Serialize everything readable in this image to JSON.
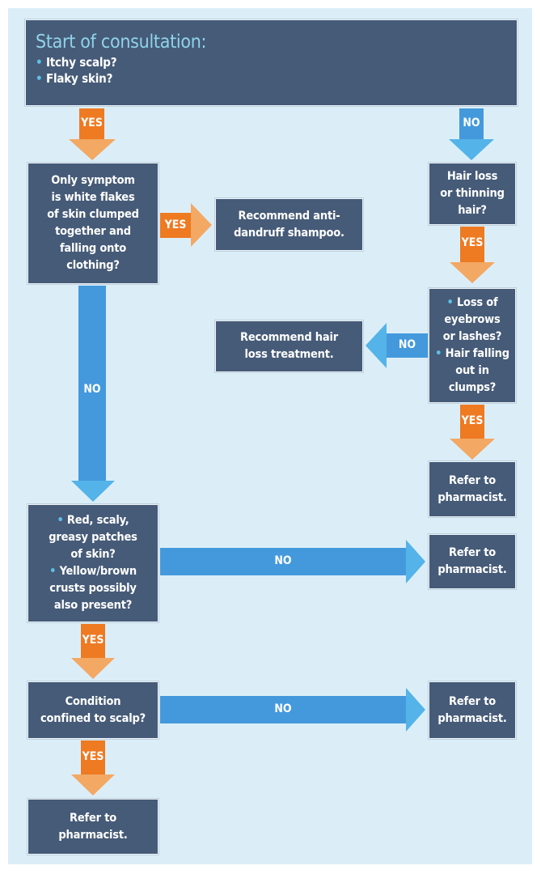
{
  "diagram": {
    "start": {
      "title": "Start of consultation:",
      "items": [
        "Itchy scalp?",
        "Flaky skin?"
      ]
    },
    "nodes": {
      "white_flakes": [
        "Only symptom",
        "is white flakes",
        "of skin clumped",
        "together and",
        "falling onto",
        "clothing?"
      ],
      "anti_dandruff": [
        "Recommend anti-",
        "dandruff shampoo."
      ],
      "hair_loss": [
        "Hair loss",
        "or thinning",
        "hair?"
      ],
      "eyebrows_q": {
        "bullets": [
          [
            "Loss of",
            "eyebrows",
            "or lashes?"
          ],
          [
            "Hair falling",
            "out in",
            "clumps?"
          ]
        ]
      },
      "hair_loss_treatment": [
        "Recommend hair",
        "loss treatment."
      ],
      "refer_1": [
        "Refer to",
        "pharmacist."
      ],
      "red_scaly": {
        "bullets": [
          [
            "Red, scaly,",
            "greasy patches",
            "of skin?"
          ],
          [
            "Yellow/brown",
            "crusts possibly",
            "also present?"
          ]
        ]
      },
      "refer_2": [
        "Refer to",
        "pharmacist."
      ],
      "confined": [
        "Condition",
        "confined to scalp?"
      ],
      "refer_3": [
        "Refer to",
        "pharmacist."
      ],
      "refer_4": [
        "Refer to",
        "pharmacist."
      ]
    },
    "labels": {
      "yes": "YES",
      "no": "NO"
    },
    "colors": {
      "background": "#dbeef8",
      "box": "#465b78",
      "title": "#8fd3ea",
      "bullet": "#5bc0e6",
      "yes_shaft": "#ee7a22",
      "yes_head": "#f3a864",
      "no_shaft": "#4499dc",
      "no_head": "#54b3e8"
    }
  }
}
